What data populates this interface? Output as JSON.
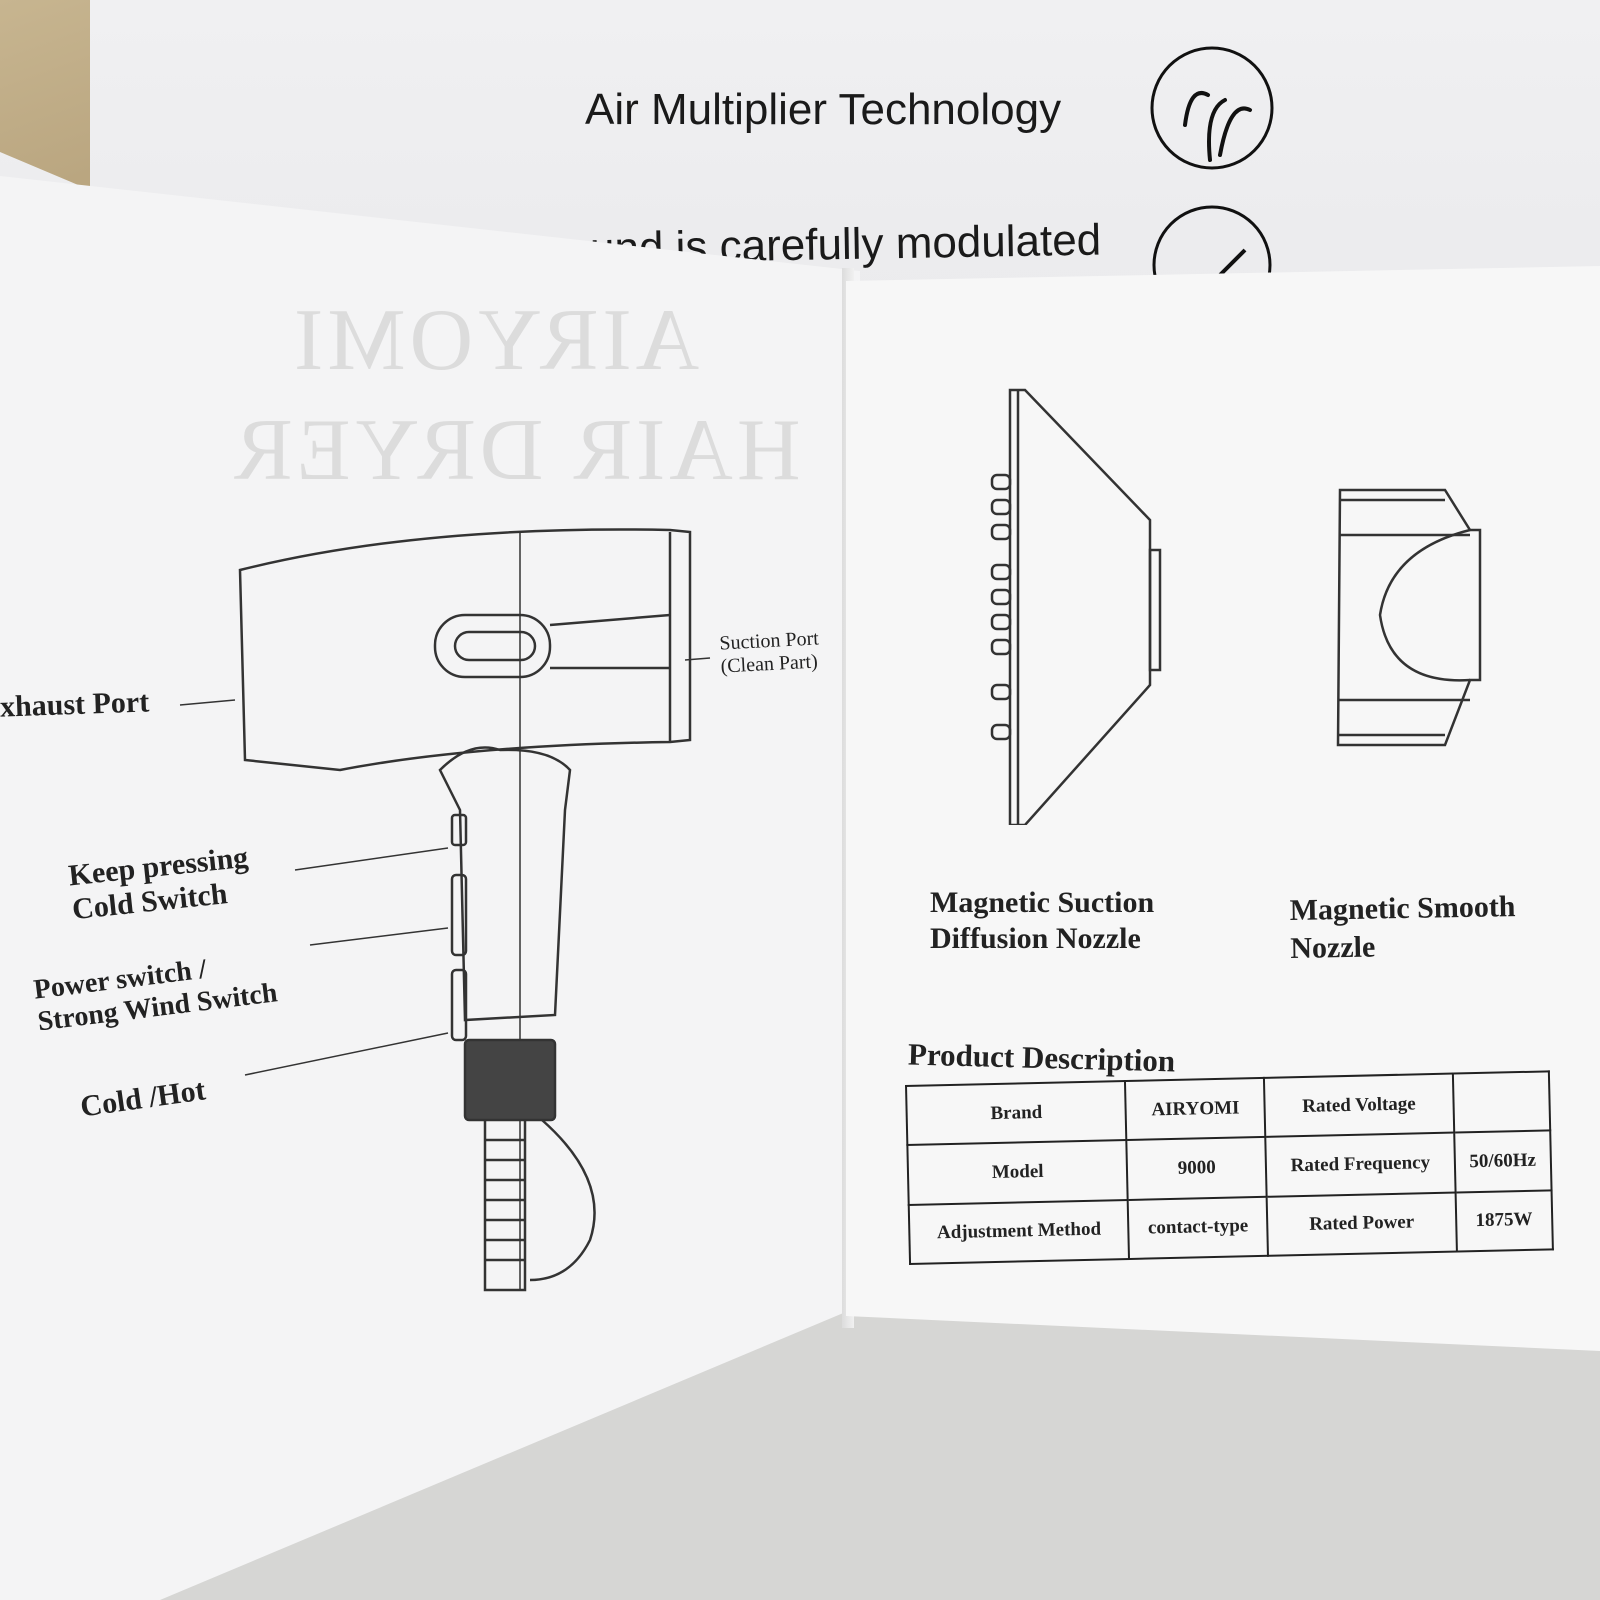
{
  "background_sheet": {
    "line1": "Air Multiplier Technology",
    "line2": "und is carefully modulated",
    "icon1": "fountain-icon",
    "icon2": "sound-icon"
  },
  "left_page": {
    "watermark_line1": "AIRYOMI",
    "watermark_line2": "HAIR DRYER",
    "labels": {
      "exhaust_port": "xhaust Port",
      "suction_port_line1": "Suction Port",
      "suction_port_line2": "(Clean Part)",
      "keep_pressing_line1": "Keep pressing",
      "keep_pressing_line2": "Cold Switch",
      "power_switch_line1": "Power switch /",
      "power_switch_line2": "Strong Wind Switch",
      "cold_hot": "Cold /Hot"
    }
  },
  "right_page": {
    "diffuser_caption_line1": "Magnetic Suction",
    "diffuser_caption_line2": "Diffusion Nozzle",
    "smooth_caption_line1": "Magnetic Smooth",
    "smooth_caption_line2": "Nozzle",
    "product_description_title": "Product Description",
    "spec_table": {
      "rows": [
        [
          "Brand",
          "AIRYOMI",
          "Rated Voltage",
          ""
        ],
        [
          "Model",
          "9000",
          "Rated Frequency",
          "50/60Hz"
        ],
        [
          "Adjustment Method",
          "contact-type",
          "Rated Power",
          "1875W"
        ]
      ]
    }
  }
}
